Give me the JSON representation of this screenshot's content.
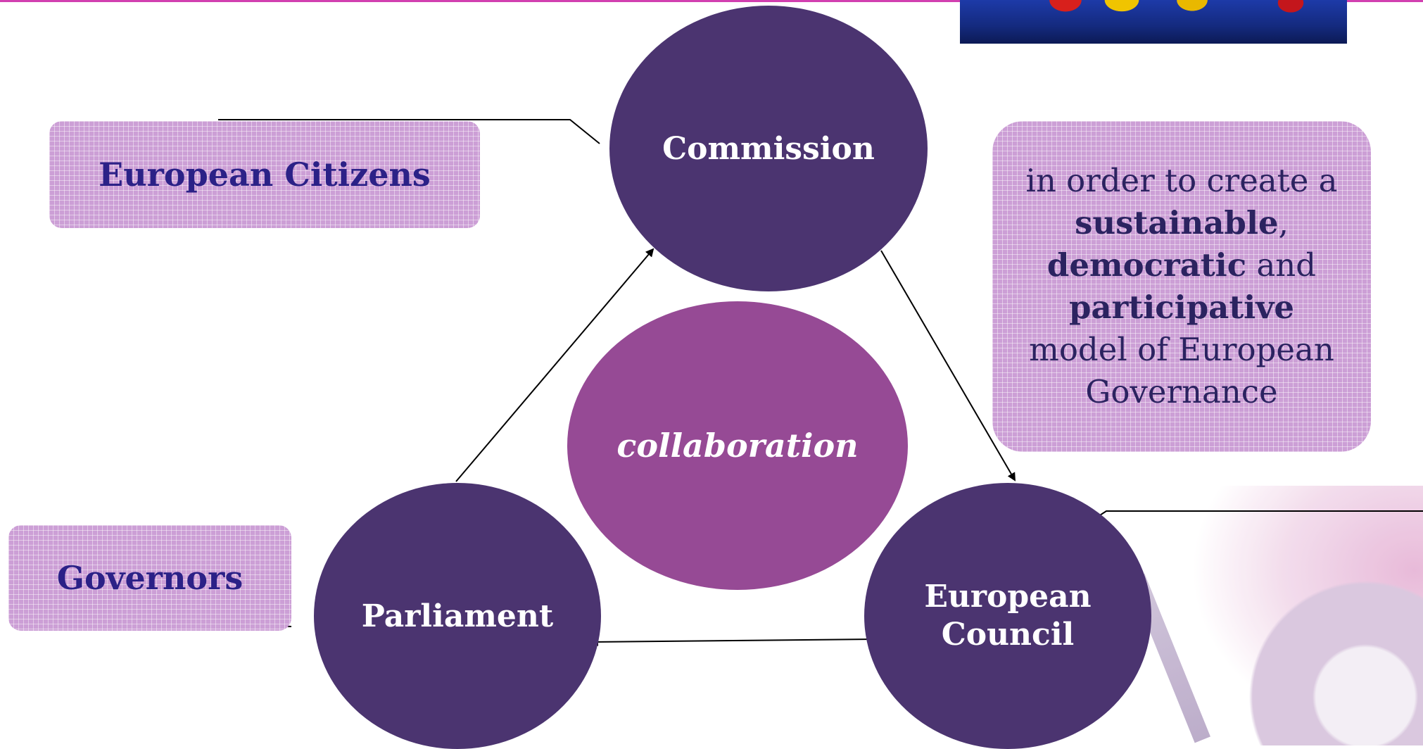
{
  "colors": {
    "accent_rule": "#d23fb0",
    "node_fill": "#4b3470",
    "center_fill": "#964a95",
    "box_fill": "#cc9fd6",
    "box_text": "#2b2187"
  },
  "boxes": {
    "citizens": "European Citizens",
    "governors": "Governors",
    "model": {
      "line1": "in order to create a",
      "word_sustainable": "sustainable",
      "comma": ",",
      "word_democratic": "democratic",
      "and": " and",
      "word_participative": "participative",
      "line_model": "model of European",
      "line_governance": "Governance"
    }
  },
  "nodes": {
    "commission": "Commission",
    "parliament": "Parliament",
    "council_line1": "European",
    "council_line2": "Council",
    "center": "collaboration"
  }
}
